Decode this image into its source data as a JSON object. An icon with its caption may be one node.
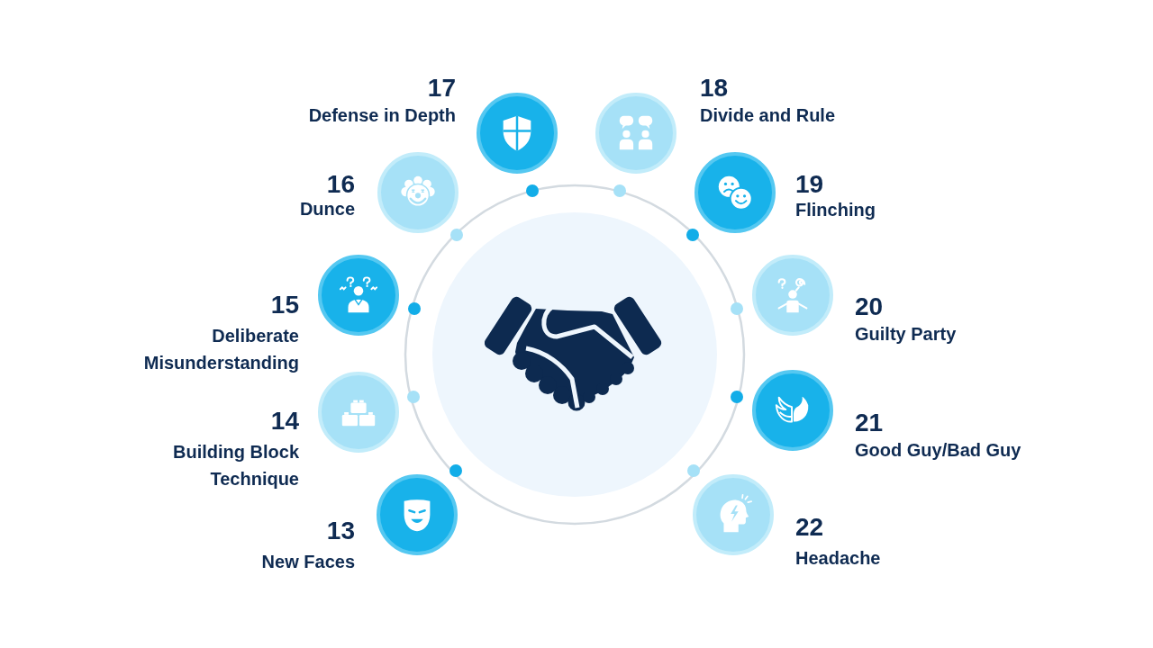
{
  "diagram": {
    "nodes": [
      {
        "text": [],
        "shape": "circle"
      },
      {
        "text": [],
        "shape": "circle",
        "beside": [
          "13",
          "New Faces"
        ]
      },
      {
        "text": [],
        "shape": "circle",
        "beside": [
          "14",
          "Building Block Technique"
        ]
      },
      {
        "text": [],
        "shape": "circle",
        "beside": [
          "15",
          "Deliberate Misunderstanding"
        ]
      },
      {
        "text": [],
        "shape": "circle",
        "beside": [
          "16",
          "Dunce"
        ]
      },
      {
        "text": [],
        "shape": "circle",
        "beside": [
          "17",
          "Defense in Depth"
        ]
      },
      {
        "text": [],
        "shape": "circle",
        "beside": [
          "18",
          "Divide and Rule"
        ]
      },
      {
        "text": [],
        "shape": "circle",
        "beside": [
          "19",
          "Flinching"
        ]
      },
      {
        "text": [],
        "shape": "circle",
        "beside": [
          "20",
          "Guilty Party"
        ]
      },
      {
        "text": [],
        "shape": "circle",
        "beside": [
          "21",
          "Good Guy/Bad Guy"
        ]
      },
      {
        "text": [],
        "shape": "circle",
        "beside": [
          "22",
          "Headache"
        ]
      }
    ]
  }
}
